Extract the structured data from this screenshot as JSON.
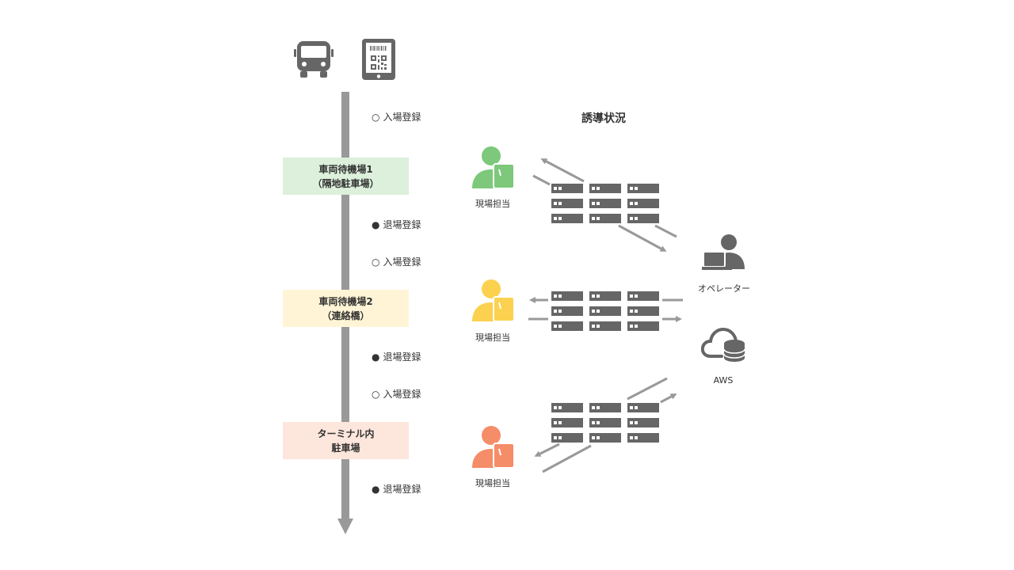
{
  "timeline": {
    "stages": [
      {
        "line1": "車両待機場1",
        "line2": "（隔地駐車場）",
        "color": "#dcf0dc"
      },
      {
        "line1": "車両待機場2",
        "line2": "（連絡橋）",
        "color": "#fff5d6"
      },
      {
        "line1": "ターミナル内",
        "line2": "駐車場",
        "color": "#fde6dc"
      }
    ],
    "events": [
      {
        "marker": "○",
        "label": "入場登録"
      },
      {
        "marker": "●",
        "label": "退場登録"
      },
      {
        "marker": "○",
        "label": "入場登録"
      },
      {
        "marker": "●",
        "label": "退場登録"
      },
      {
        "marker": "○",
        "label": "入場登録"
      },
      {
        "marker": "●",
        "label": "退場登録"
      }
    ]
  },
  "guidance": {
    "title": "誘導状況",
    "staff": [
      {
        "label": "現場担当",
        "color": "#7dc87a"
      },
      {
        "label": "現場担当",
        "color": "#fcd14f"
      },
      {
        "label": "現場担当",
        "color": "#f58d68"
      }
    ],
    "operator_label": "オペレーター",
    "aws_label": "AWS"
  },
  "icons": {
    "bus": "bus-icon",
    "tablet": "tablet-qr-icon",
    "operator": "operator-laptop-icon",
    "cloud": "cloud-database-icon",
    "server": "server-rack-icon"
  },
  "colors": {
    "icon_gray": "#666666",
    "line_gray": "#999999",
    "arrow_gray": "#999999"
  }
}
